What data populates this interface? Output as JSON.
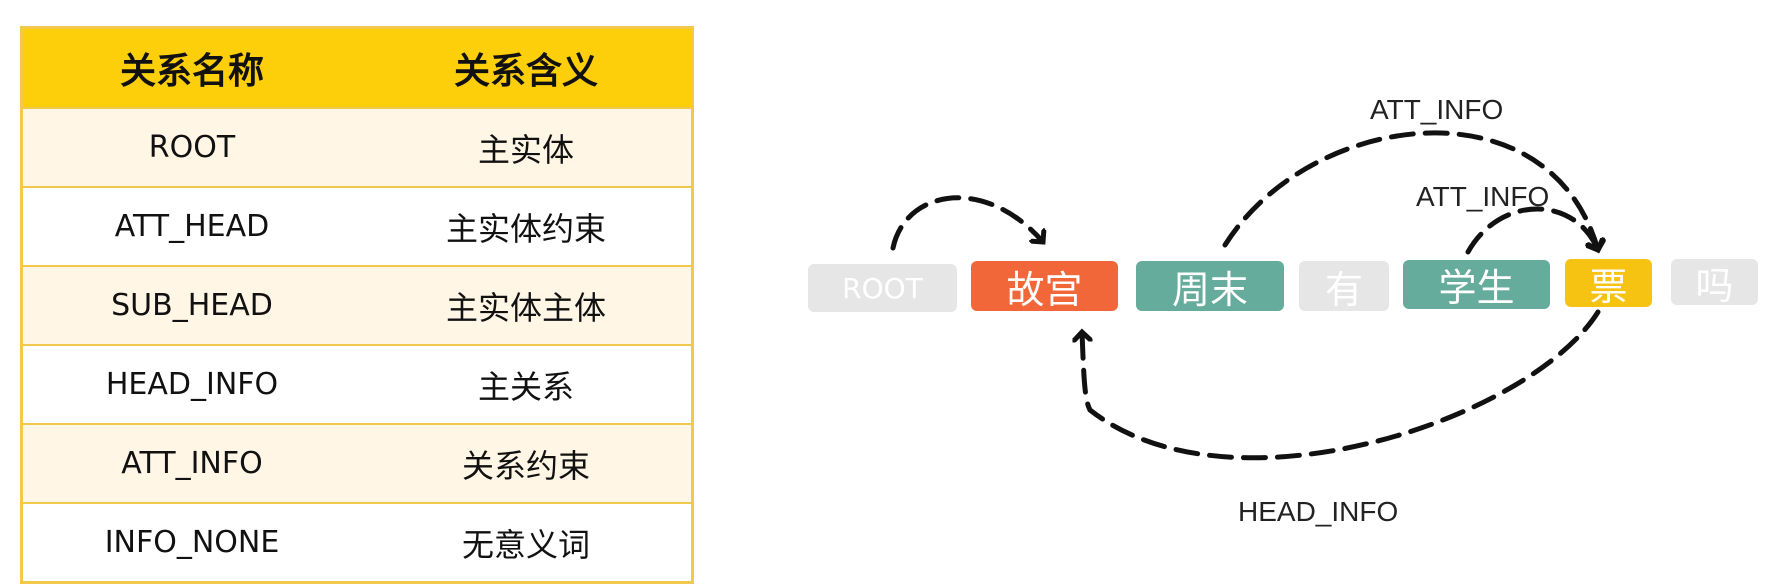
{
  "table": {
    "headers": [
      "关系名称",
      "关系含义"
    ],
    "rows": [
      {
        "name": "ROOT",
        "meaning": "主实体"
      },
      {
        "name": "ATT_HEAD",
        "meaning": "主实体约束"
      },
      {
        "name": "SUB_HEAD",
        "meaning": "主实体主体"
      },
      {
        "name": "HEAD_INFO",
        "meaning": "主关系"
      },
      {
        "name": "ATT_INFO",
        "meaning": "关系约束"
      },
      {
        "name": "INFO_NONE",
        "meaning": "无意义词"
      }
    ]
  },
  "diagram": {
    "tokens": [
      {
        "text": "ROOT",
        "color": "#e6e6e6"
      },
      {
        "text": "故宫",
        "color": "#f2673a"
      },
      {
        "text": "周末",
        "color": "#66ac9c"
      },
      {
        "text": "有",
        "color": "#e6e6e6"
      },
      {
        "text": "学生",
        "color": "#66ac9c"
      },
      {
        "text": "票",
        "color": "#f7c313"
      },
      {
        "text": "吗",
        "color": "#e6e6e6"
      }
    ],
    "arcs": [
      {
        "from": "ROOT",
        "to": "故宫",
        "label": ""
      },
      {
        "from": "周末",
        "to": "票",
        "label": "ATT_INFO"
      },
      {
        "from": "学生",
        "to": "票",
        "label": "ATT_INFO"
      },
      {
        "from": "票",
        "to": "故宫",
        "label": "HEAD_INFO"
      }
    ]
  }
}
